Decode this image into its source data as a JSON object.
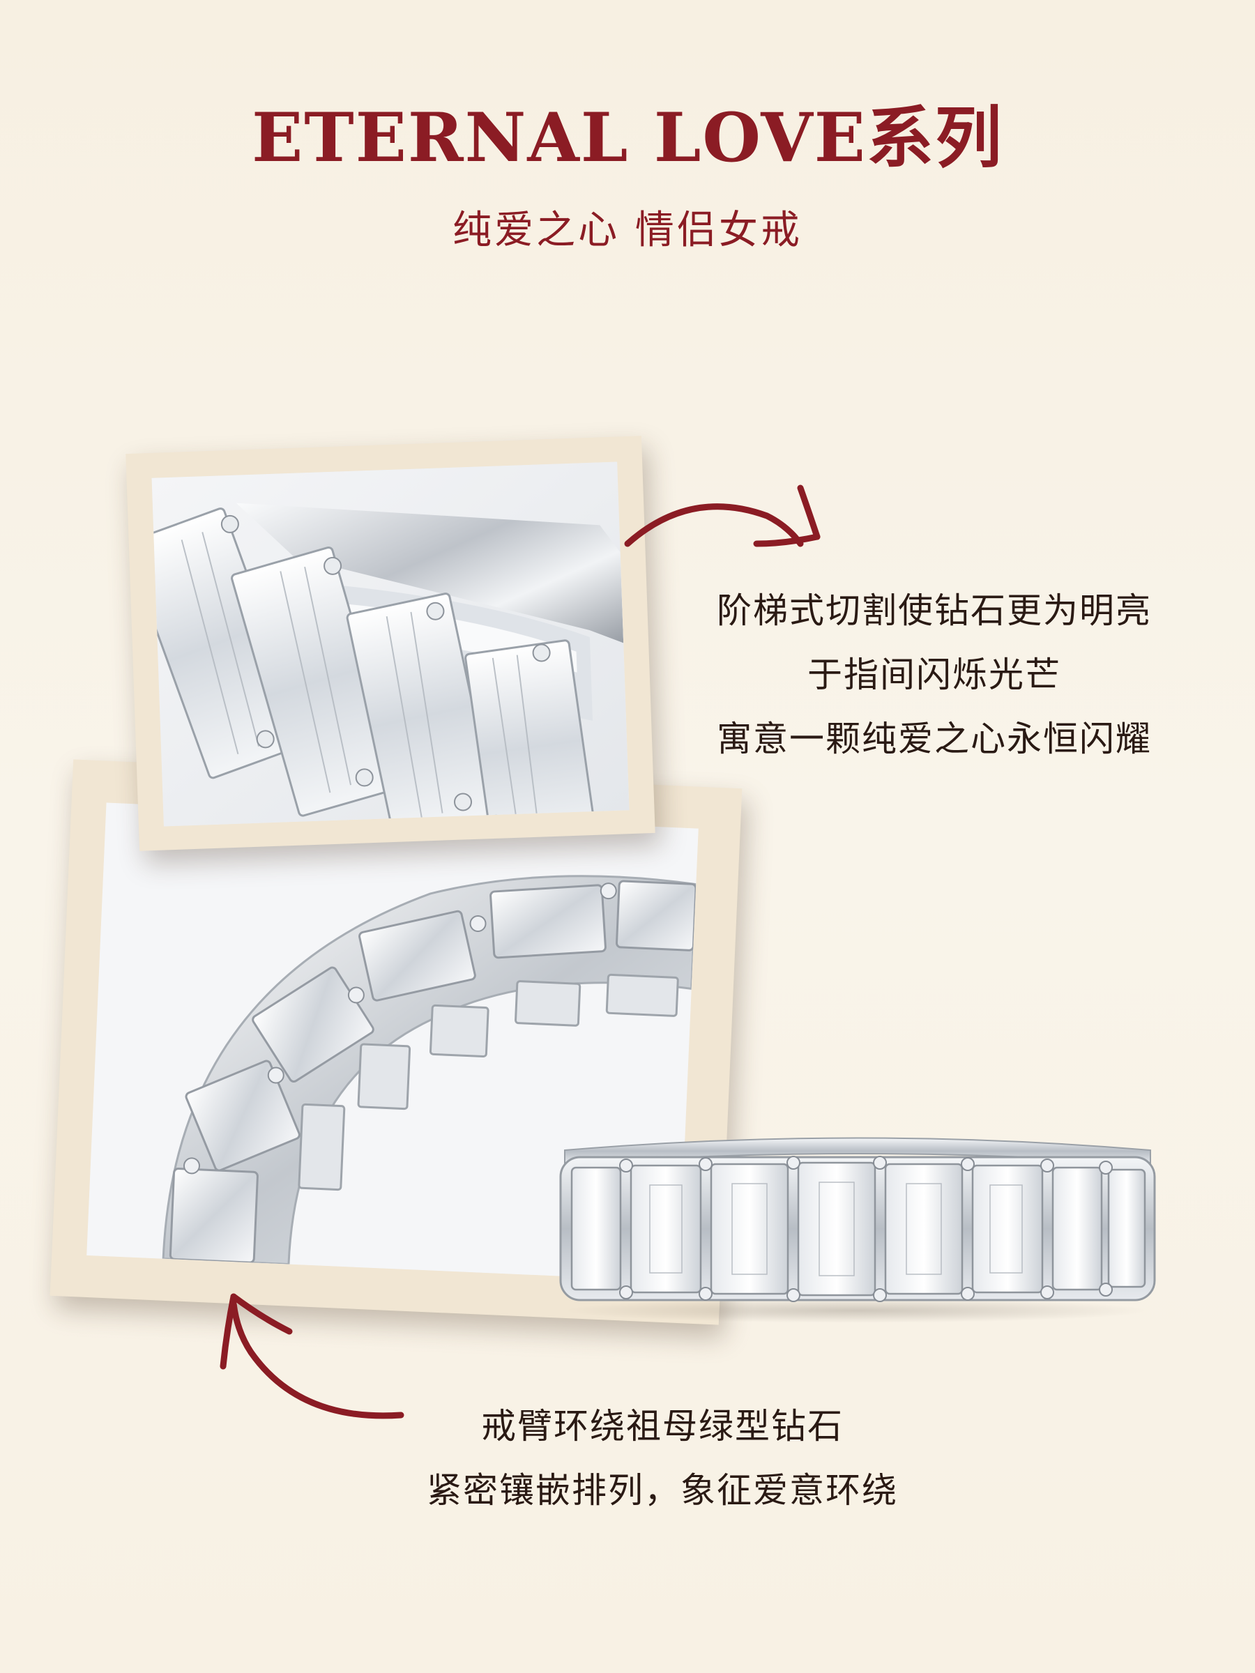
{
  "header": {
    "title": "ETERNAL LOVE系列",
    "subtitle": "纯爱之心 情侣女戒"
  },
  "description_top": {
    "line1": "阶梯式切割使钻石更为明亮",
    "line2": "于指间闪烁光芒",
    "line3": "寓意一颗纯爱之心永恒闪耀"
  },
  "description_bottom": {
    "line1": "戒臂环绕祖母绿型钻石",
    "line2": "紧密镶嵌排列，象征爱意环绕"
  },
  "colors": {
    "accent": "#8b1c24",
    "background": "#f8f2e6",
    "frame": "#f1e6d3",
    "text": "#2a1a14"
  },
  "icons": {
    "arrow_top": "curved-arrow-right-icon",
    "arrow_bottom": "curved-arrow-up-icon"
  }
}
